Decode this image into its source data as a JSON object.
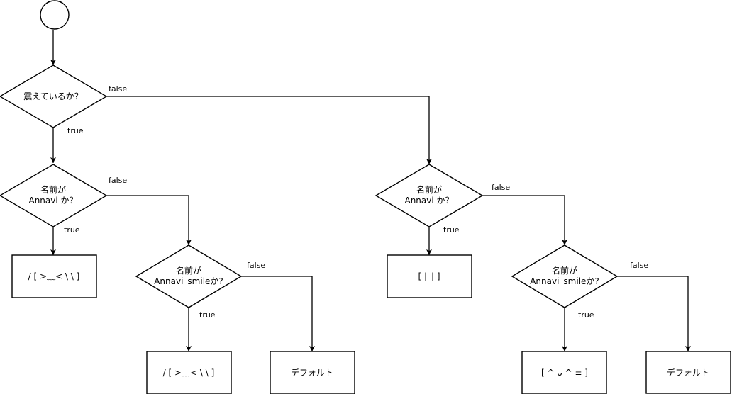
{
  "diagram": {
    "start": {
      "label": ""
    },
    "decisions": [
      {
        "id": "d1",
        "lines": [
          "震えているか？"
        ]
      },
      {
        "id": "d2",
        "lines": [
          "名前が",
          "Annavi か？"
        ]
      },
      {
        "id": "d3",
        "lines": [
          "名前が",
          "Annavi_smileか?"
        ]
      },
      {
        "id": "d4",
        "lines": [
          "名前が",
          "Annavi か？"
        ]
      },
      {
        "id": "d5",
        "lines": [
          "名前が",
          "Annavi_smileか?"
        ]
      }
    ],
    "results": [
      {
        "id": "r1",
        "label": "/ [ >﹏< \\ \\ ]"
      },
      {
        "id": "r2",
        "label": "/ [ >﹏< \\ \\ ]"
      },
      {
        "id": "r3",
        "label": "デフォルト"
      },
      {
        "id": "r4",
        "label": "[ |_| ]"
      },
      {
        "id": "r5",
        "label": "[ ^ ᴗ ^ ≡ ]"
      },
      {
        "id": "r6",
        "label": "デフォルト"
      }
    ],
    "edge_labels": {
      "true": "true",
      "false": "false"
    }
  }
}
